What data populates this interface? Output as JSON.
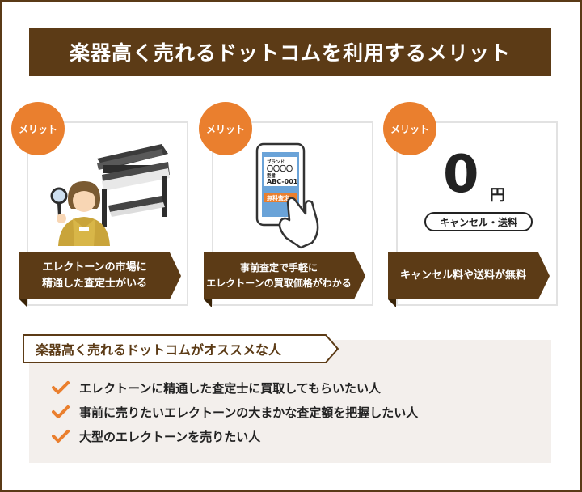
{
  "title": "楽器高く売れるドットコムを利用するメリット",
  "merits": [
    {
      "badge": "メリット",
      "ribbon": "エレクトーンの市場に\n精通した査定士がいる"
    },
    {
      "badge": "メリット",
      "ribbon": "事前査定で手軽に\nエレクトーンの買取価格がわかる"
    },
    {
      "badge": "メリット",
      "ribbon": "キャンセル料や送料が無料"
    }
  ],
  "phone": {
    "brand_label": "ブランド",
    "brand_value": "〇〇〇〇",
    "model_label": "型番",
    "model_value": "ABC-001",
    "button": "無料査定"
  },
  "price": {
    "zero": "0",
    "yen": "円",
    "pill": "キャンセル・送料"
  },
  "recommend": {
    "heading": "楽器高く売れるドットコムがオススメな人",
    "items": [
      "エレクトーンに精通した査定士に買取してもらいたい人",
      "事前に売りたいエレクトーンの大まかな査定額を把握したい人",
      "大型のエレクトーンを売りたい人"
    ]
  },
  "colors": {
    "brown": "#5c3b16",
    "orange": "#ea7f2e",
    "bg_light": "#f3efec"
  }
}
